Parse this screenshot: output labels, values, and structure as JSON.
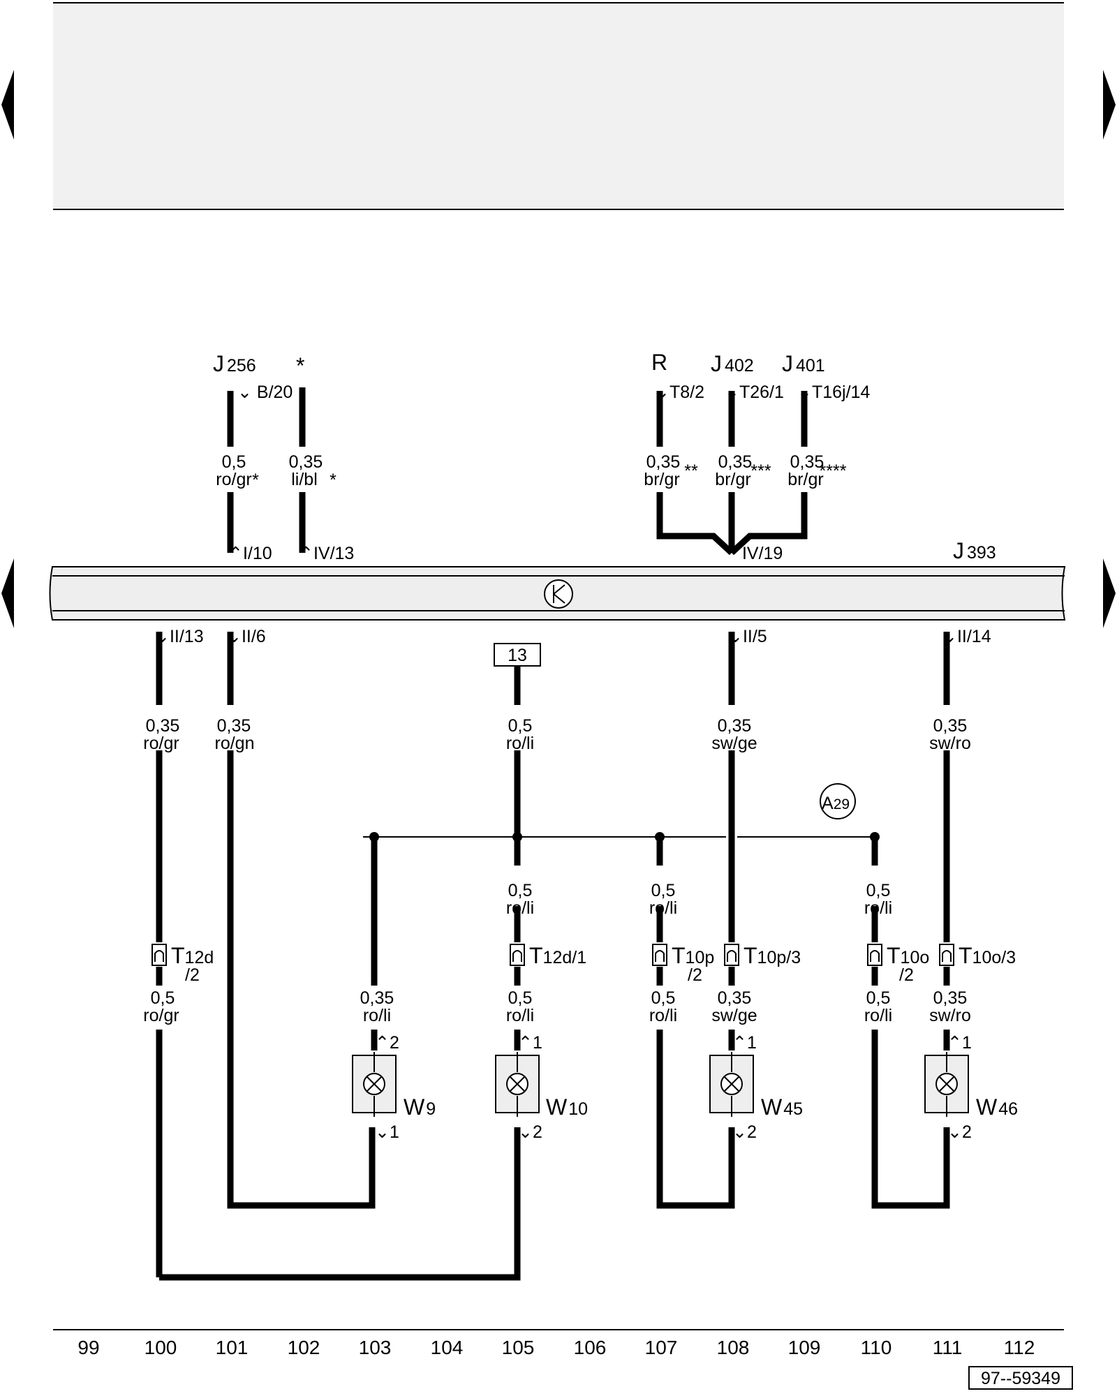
{
  "bus": {
    "id": "J",
    "sub": "393",
    "ground_icon": "diode-symbol-icon"
  },
  "top_sources": [
    {
      "id": "J",
      "sub": "256",
      "pin": "B/20",
      "size": "0,5",
      "color": "ro/gr",
      "stars": "*",
      "bus_pin": "I/10"
    },
    {
      "id": "*",
      "sub": "",
      "pin": "",
      "size": "0,35",
      "color": "li/bl",
      "stars": "*",
      "bus_pin": "IV/13"
    },
    {
      "id": "R",
      "sub": "",
      "pin": "T8/2",
      "size": "0,35",
      "color": "br/gr",
      "stars": "**",
      "bus_pin": ""
    },
    {
      "id": "J",
      "sub": "402",
      "pin": "T26/1",
      "size": "0,35",
      "color": "br/gr",
      "stars": "***",
      "bus_pin": "IV/19"
    },
    {
      "id": "J",
      "sub": "401",
      "pin": "T16j/14",
      "size": "0,35",
      "color": "br/gr",
      "stars": "****",
      "bus_pin": ""
    }
  ],
  "bottom_pins": [
    "II/13",
    "II/6",
    "II/5",
    "II/14"
  ],
  "fuse_box": "13",
  "upper_wires": [
    {
      "size": "0,35",
      "color": "ro/gr"
    },
    {
      "size": "0,35",
      "color": "ro/gn"
    },
    {
      "size": "0,5",
      "color": "ro/li"
    },
    {
      "size": "0,35",
      "color": "sw/ge"
    },
    {
      "size": "0,35",
      "color": "sw/ro"
    }
  ],
  "ground_point": {
    "id": "A",
    "sub": "29"
  },
  "branch_wires": [
    {
      "size": "0,5",
      "color": "ro/li"
    },
    {
      "size": "0,5",
      "color": "ro/li"
    },
    {
      "size": "0,5",
      "color": "ro/li"
    }
  ],
  "connectors": [
    {
      "main": "T",
      "sub": "12d",
      "line2": "/2"
    },
    {
      "main": "T",
      "sub": "12d/1",
      "line2": ""
    },
    {
      "main": "T",
      "sub": "10p",
      "line2": "/2"
    },
    {
      "main": "T",
      "sub": "10p/3",
      "line2": ""
    },
    {
      "main": "T",
      "sub": "10o",
      "line2": "/2"
    },
    {
      "main": "T",
      "sub": "10o/3",
      "line2": ""
    }
  ],
  "lower_wires": [
    {
      "size": "0,5",
      "color": "ro/gr"
    },
    {
      "size": "0,35",
      "color": "ro/li"
    },
    {
      "size": "0,5",
      "color": "ro/li"
    },
    {
      "size": "0,5",
      "color": "ro/li"
    },
    {
      "size": "0,35",
      "color": "sw/ge"
    },
    {
      "size": "0,5",
      "color": "ro/li"
    },
    {
      "size": "0,35",
      "color": "sw/ro"
    }
  ],
  "lamps": [
    {
      "id": "W",
      "sub": "9",
      "pin_top": "2",
      "pin_bottom": "1",
      "icon": "lamp-icon"
    },
    {
      "id": "W",
      "sub": "10",
      "pin_top": "1",
      "pin_bottom": "2",
      "icon": "lamp-icon"
    },
    {
      "id": "W",
      "sub": "45",
      "pin_top": "1",
      "pin_bottom": "2",
      "icon": "lamp-icon"
    },
    {
      "id": "W",
      "sub": "46",
      "pin_top": "1",
      "pin_bottom": "2",
      "icon": "lamp-icon"
    }
  ],
  "column_numbers": [
    "99",
    "100",
    "101",
    "102",
    "103",
    "104",
    "105",
    "106",
    "107",
    "108",
    "109",
    "110",
    "111",
    "112"
  ],
  "drawing_number": "97--59349",
  "nav": {
    "left_arrow": "page-left-arrow-icon",
    "right_arrow": "page-right-arrow-icon"
  }
}
